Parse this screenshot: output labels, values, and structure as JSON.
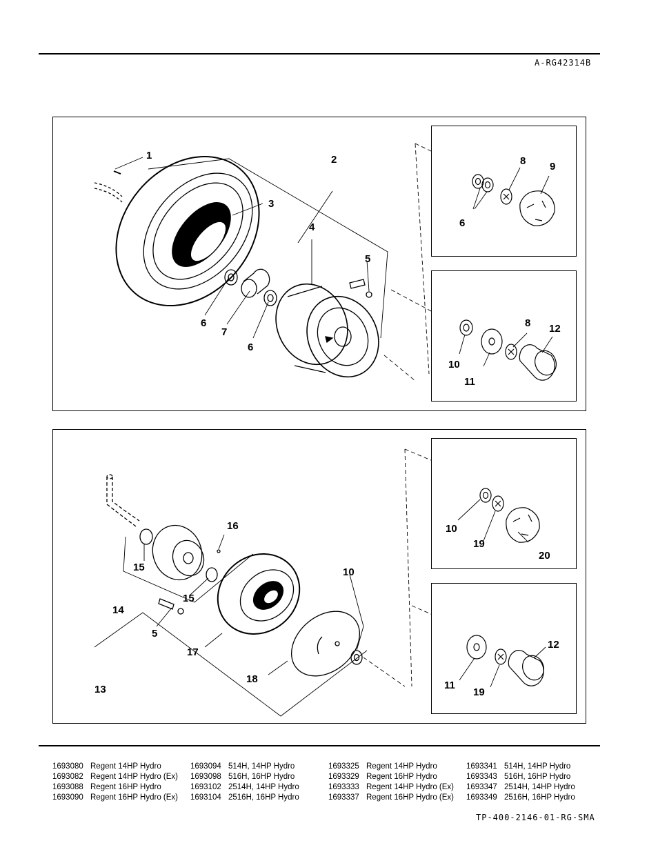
{
  "header": {
    "figure_code": "A-RG42314B"
  },
  "footer": {
    "doc_code": "TP-400-2146-01-RG-SMA"
  },
  "callouts": {
    "top": [
      "1",
      "2",
      "3",
      "4",
      "5",
      "6",
      "7",
      "6",
      "8",
      "9",
      "6",
      "10",
      "11",
      "8",
      "12"
    ],
    "bottom": [
      "16",
      "15",
      "15",
      "14",
      "5",
      "17",
      "13",
      "18",
      "10",
      "10",
      "19",
      "20",
      "11",
      "19",
      "12"
    ]
  },
  "models": {
    "col1": [
      {
        "pn": "1693080",
        "desc": "Regent 14HP Hydro"
      },
      {
        "pn": "1693082",
        "desc": "Regent 14HP Hydro (Ex)"
      },
      {
        "pn": "1693088",
        "desc": "Regent 16HP Hydro"
      },
      {
        "pn": "1693090",
        "desc": "Regent 16HP Hydro (Ex)"
      }
    ],
    "col2": [
      {
        "pn": "1693094",
        "desc": "514H, 14HP Hydro"
      },
      {
        "pn": "1693098",
        "desc": "516H, 16HP Hydro"
      },
      {
        "pn": "1693102",
        "desc": "2514H, 14HP Hydro"
      },
      {
        "pn": "1693104",
        "desc": "2516H, 16HP Hydro"
      }
    ],
    "col3": [
      {
        "pn": "1693325",
        "desc": "Regent 14HP Hydro"
      },
      {
        "pn": "1693329",
        "desc": "Regent 16HP Hydro"
      },
      {
        "pn": "1693333",
        "desc": "Regent 14HP Hydro (Ex)"
      },
      {
        "pn": "1693337",
        "desc": "Regent 16HP Hydro (Ex)"
      }
    ],
    "col4": [
      {
        "pn": "1693341",
        "desc": "514H, 14HP Hydro"
      },
      {
        "pn": "1693343",
        "desc": "516H, 16HP Hydro"
      },
      {
        "pn": "1693347",
        "desc": "2514H, 14HP Hydro"
      },
      {
        "pn": "1693349",
        "desc": "2516H, 16HP Hydro"
      }
    ]
  }
}
